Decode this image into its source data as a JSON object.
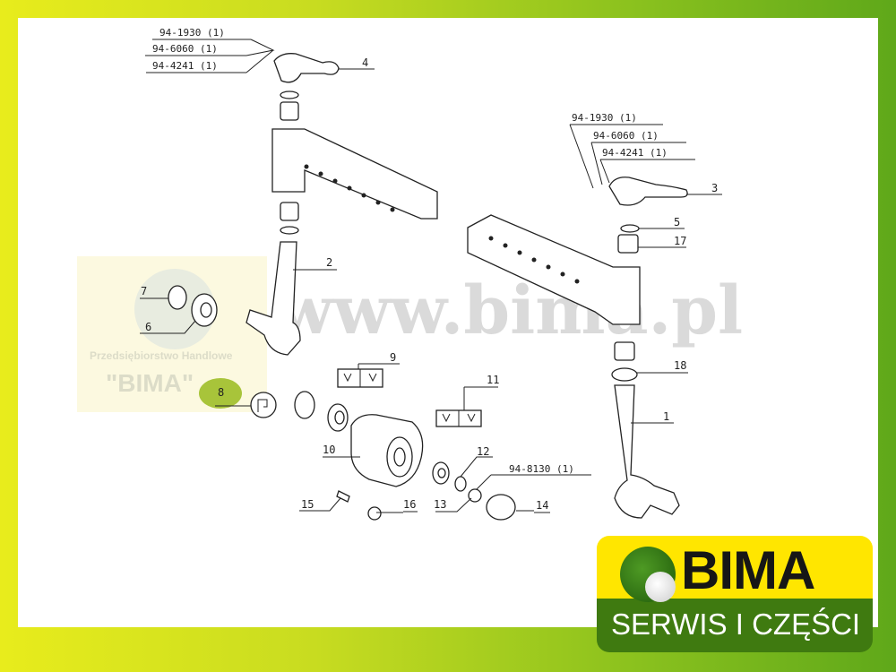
{
  "watermark": {
    "url": "www.bima.pl",
    "company": "Przedsiębiorstwo Handlowe",
    "name": "\"BIMA\""
  },
  "logo": {
    "name": "BIMA",
    "tagline": "SERWIS I CZĘŚCI",
    "colors": {
      "yellow": "#ffe600",
      "green": "#3f7a10"
    }
  },
  "left_refs": [
    "94-1930 (1)",
    "94-6060 (1)",
    "94-4241 (1)"
  ],
  "right_refs": [
    "94-1930 (1)",
    "94-6060 (1)",
    "94-4241 (1)"
  ],
  "hub_ref": "94-8130 (1)",
  "parts": {
    "p1": "1",
    "p2": "2",
    "p3": "3",
    "p4": "4",
    "p5": "5",
    "p6": "6",
    "p7": "7",
    "p8": "8",
    "p9": "9",
    "p10": "10",
    "p11": "11",
    "p12": "12",
    "p13": "13",
    "p14": "14",
    "p15": "15",
    "p16": "16",
    "p17": "17",
    "p18": "18"
  }
}
